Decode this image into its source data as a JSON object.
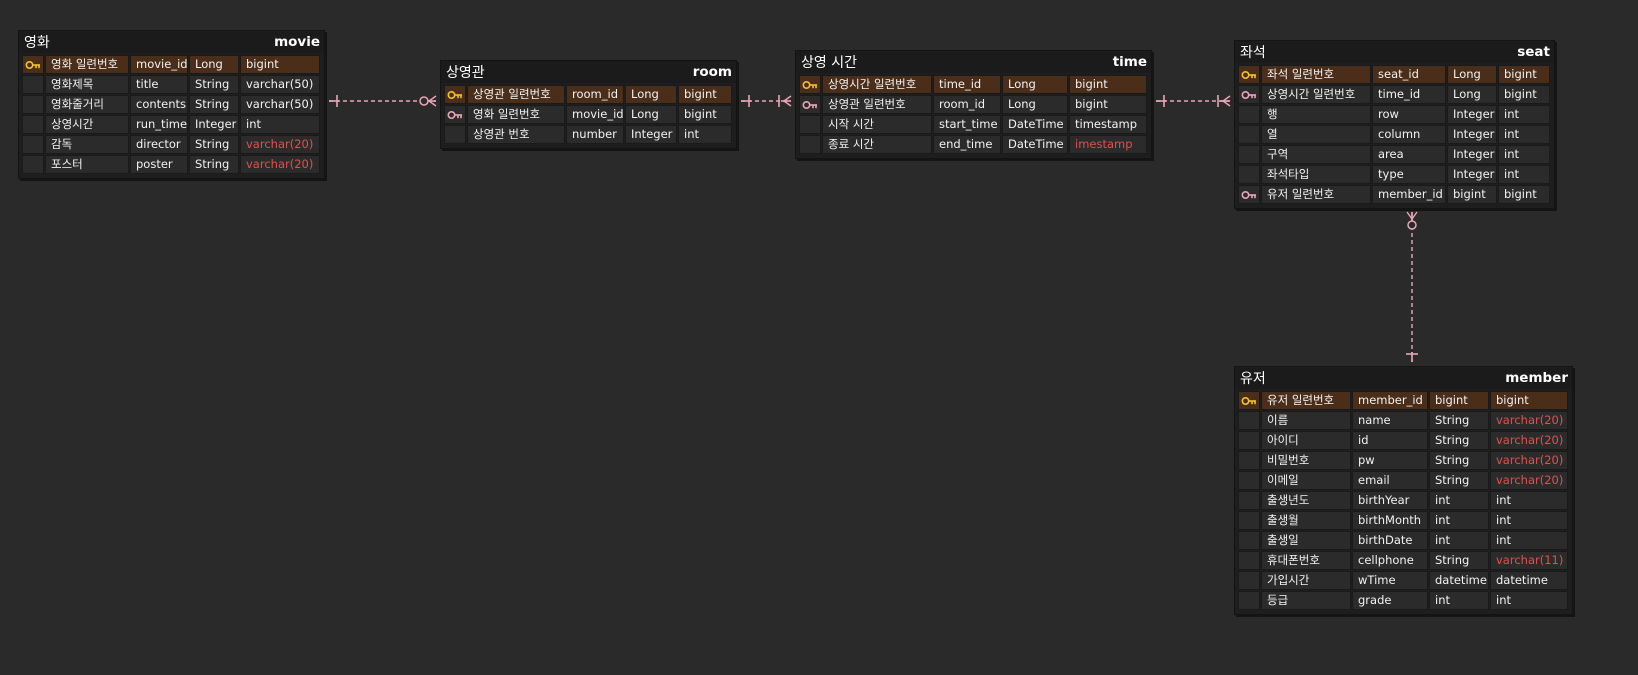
{
  "diagram": {
    "colors": {
      "background": "#2a2a2a",
      "pk_row": "#4a2e1a",
      "pk_icon": "#f2c230",
      "fk_icon": "#e8a6b8",
      "relation_line": "#e8a6b8",
      "warning_text": "#e2504a"
    },
    "entities": [
      {
        "id": "movie",
        "logical": "영화",
        "physical": "movie",
        "rows": [
          {
            "key": "pk",
            "name": "영화 일련번호",
            "column": "movie_id",
            "type": "Long",
            "db_type": "bigint"
          },
          {
            "key": "",
            "name": "영화제목",
            "column": "title",
            "type": "String",
            "db_type": "varchar(50)"
          },
          {
            "key": "",
            "name": "영화줄거리",
            "column": "contents",
            "type": "String",
            "db_type": "varchar(50)"
          },
          {
            "key": "",
            "name": "상영시간",
            "column": "run_time",
            "type": "Integer",
            "db_type": "int"
          },
          {
            "key": "",
            "name": "감독",
            "column": "director",
            "type": "String",
            "db_type": "varchar(20)",
            "warn": true
          },
          {
            "key": "",
            "name": "포스터",
            "column": "poster",
            "type": "String",
            "db_type": "varchar(20)",
            "warn": true
          }
        ]
      },
      {
        "id": "room",
        "logical": "상영관",
        "physical": "room",
        "rows": [
          {
            "key": "pk",
            "name": "상영관 일련번호",
            "column": "room_id",
            "type": "Long",
            "db_type": "bigint"
          },
          {
            "key": "fk",
            "name": "영화 일련번호",
            "column": "movie_id",
            "type": "Long",
            "db_type": "bigint"
          },
          {
            "key": "",
            "name": "상영관 번호",
            "column": "number",
            "type": "Integer",
            "db_type": "int"
          }
        ]
      },
      {
        "id": "time",
        "logical": "상영 시간",
        "physical": "time",
        "rows": [
          {
            "key": "pk",
            "name": "상영시간 일련번호",
            "column": "time_id",
            "type": "Long",
            "db_type": "bigint"
          },
          {
            "key": "fk",
            "name": "상영관 일련번호",
            "column": "room_id",
            "type": "Long",
            "db_type": "bigint"
          },
          {
            "key": "",
            "name": "시작 시간",
            "column": "start_time",
            "type": "DateTime",
            "db_type": "timestamp"
          },
          {
            "key": "",
            "name": "종료 시간",
            "column": "end_time",
            "type": "DateTime",
            "db_type": "imestamp",
            "warn": true
          }
        ]
      },
      {
        "id": "seat",
        "logical": "좌석",
        "physical": "seat",
        "rows": [
          {
            "key": "pk",
            "name": "좌석 일련번호",
            "column": "seat_id",
            "type": "Long",
            "db_type": "bigint"
          },
          {
            "key": "fk",
            "name": "상영시간 일련번호",
            "column": "time_id",
            "type": "Long",
            "db_type": "bigint"
          },
          {
            "key": "",
            "name": "행",
            "column": "row",
            "type": "Integer",
            "db_type": "int"
          },
          {
            "key": "",
            "name": "열",
            "column": "column",
            "type": "Integer",
            "db_type": "int"
          },
          {
            "key": "",
            "name": "구역",
            "column": "area",
            "type": "Integer",
            "db_type": "int"
          },
          {
            "key": "",
            "name": "좌석타입",
            "column": "type",
            "type": "Integer",
            "db_type": "int"
          },
          {
            "key": "fk",
            "name": "유저 일련번호",
            "column": "member_id",
            "type": "bigint",
            "db_type": "bigint"
          }
        ]
      },
      {
        "id": "member",
        "logical": "유저",
        "physical": "member",
        "rows": [
          {
            "key": "pk",
            "name": "유저 일련번호",
            "column": "member_id",
            "type": "bigint",
            "db_type": "bigint"
          },
          {
            "key": "",
            "name": "이름",
            "column": "name",
            "type": "String",
            "db_type": "varchar(20)",
            "warn": true
          },
          {
            "key": "",
            "name": "아이디",
            "column": "id",
            "type": "String",
            "db_type": "varchar(20)",
            "warn": true
          },
          {
            "key": "",
            "name": "비밀번호",
            "column": "pw",
            "type": "String",
            "db_type": "varchar(20)",
            "warn": true
          },
          {
            "key": "",
            "name": "이메일",
            "column": "email",
            "type": "String",
            "db_type": "varchar(20)",
            "warn": true
          },
          {
            "key": "",
            "name": "출생년도",
            "column": "birthYear",
            "type": "int",
            "db_type": "int"
          },
          {
            "key": "",
            "name": "출생월",
            "column": "birthMonth",
            "type": "int",
            "db_type": "int"
          },
          {
            "key": "",
            "name": "출생일",
            "column": "birthDate",
            "type": "int",
            "db_type": "int"
          },
          {
            "key": "",
            "name": "휴대폰번호",
            "column": "cellphone",
            "type": "String",
            "db_type": "varchar(11)",
            "warn": true
          },
          {
            "key": "",
            "name": "가입시간",
            "column": "wTime",
            "type": "datetime",
            "db_type": "datetime"
          },
          {
            "key": "",
            "name": "등급",
            "column": "grade",
            "type": "int",
            "db_type": "int"
          }
        ]
      }
    ],
    "relations": [
      {
        "from": "movie",
        "to": "room",
        "from_end": "one",
        "to_end": "zero-or-many"
      },
      {
        "from": "room",
        "to": "time",
        "from_end": "one",
        "to_end": "one-or-many"
      },
      {
        "from": "time",
        "to": "seat",
        "from_end": "one",
        "to_end": "one-or-many"
      },
      {
        "from": "member",
        "to": "seat",
        "from_end": "one",
        "to_end": "zero-or-many"
      }
    ]
  }
}
